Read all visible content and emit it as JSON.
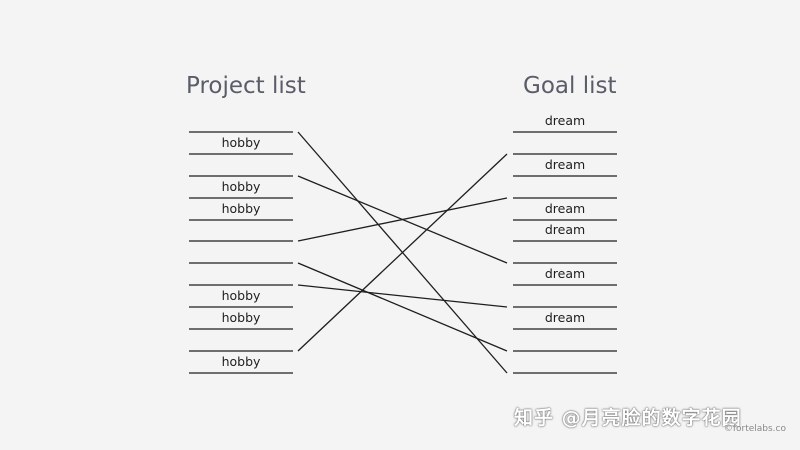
{
  "project_list": {
    "title": "Project list",
    "slots": [
      "",
      "hobby",
      "",
      "hobby",
      "hobby",
      "",
      "",
      "",
      "hobby",
      "hobby",
      "",
      "hobby"
    ]
  },
  "goal_list": {
    "title": "Goal list",
    "slots": [
      "dream",
      "",
      "dream",
      "",
      "dream",
      "dream",
      "",
      "dream",
      "",
      "dream",
      "",
      ""
    ]
  },
  "connections": [
    {
      "from": 0,
      "to": 11
    },
    {
      "from": 2,
      "to": 6
    },
    {
      "from": 5,
      "to": 3
    },
    {
      "from": 6,
      "to": 10
    },
    {
      "from": 7,
      "to": 8
    },
    {
      "from": 10,
      "to": 1
    }
  ],
  "watermark": "知乎 @月亮脸的数字花园",
  "credit": "©fortelabs.co",
  "colors": {
    "background": "#f4f4f4",
    "line": "#1e1e1e",
    "title": "#5a5d69"
  }
}
